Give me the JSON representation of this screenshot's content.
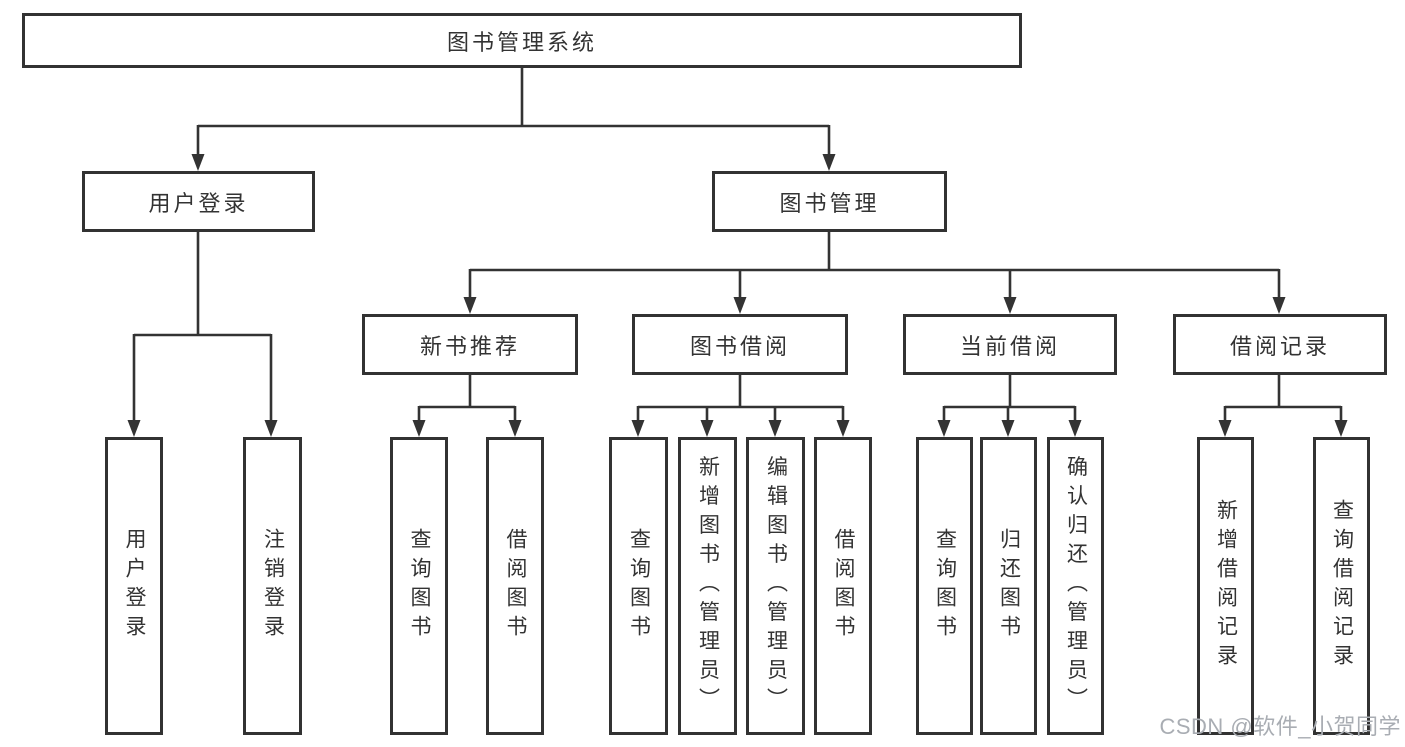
{
  "diagram": {
    "title": "图书管理系统",
    "tree": {
      "label": "图书管理系统",
      "children": [
        {
          "label": "用户登录",
          "children": [
            {
              "label": "用户登录"
            },
            {
              "label": "注销登录"
            }
          ]
        },
        {
          "label": "图书管理",
          "children": [
            {
              "label": "新书推荐",
              "children": [
                {
                  "label": "查询图书"
                },
                {
                  "label": "借阅图书"
                }
              ]
            },
            {
              "label": "图书借阅",
              "children": [
                {
                  "label": "查询图书"
                },
                {
                  "label": "新增图书（管理员）"
                },
                {
                  "label": "编辑图书（管理员）"
                },
                {
                  "label": "借阅图书"
                }
              ]
            },
            {
              "label": "当前借阅",
              "children": [
                {
                  "label": "查询图书"
                },
                {
                  "label": "归还图书"
                },
                {
                  "label": "确认归还（管理员）"
                }
              ]
            },
            {
              "label": "借阅记录",
              "children": [
                {
                  "label": "新增借阅记录"
                },
                {
                  "label": "查询借阅记录"
                }
              ]
            }
          ]
        }
      ]
    },
    "watermark": "CSDN @软件_小贺同学",
    "colors": {
      "line": "#333333",
      "border": "#323232",
      "text": "#333333",
      "watermark": "#a9adb3",
      "background": "#ffffff"
    }
  }
}
